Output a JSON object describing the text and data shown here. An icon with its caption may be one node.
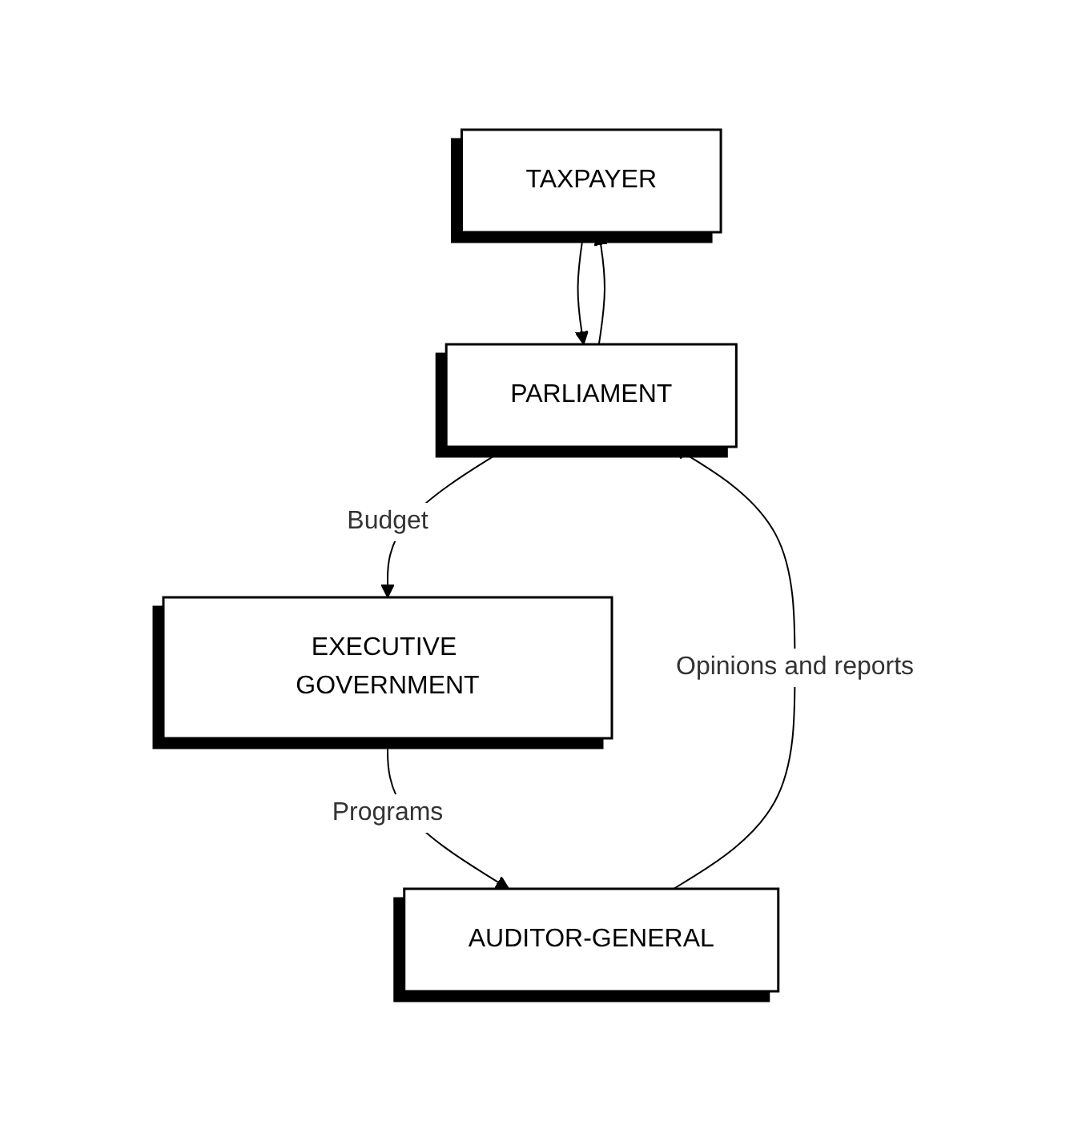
{
  "diagram": {
    "nodes": [
      {
        "text": [
          "TAXPAYER"
        ]
      },
      {
        "text": [
          "PARLIAMENT"
        ]
      },
      {
        "text": [
          "AUDITOR-GENERAL"
        ]
      },
      {
        "text": [
          "EXECUTIVE GOVERNMENT"
        ]
      }
    ],
    "edges": [
      {
        "from": 1,
        "to": 0,
        "arrow": "to"
      },
      {
        "from": 0,
        "to": 1,
        "arrow": "to"
      },
      {
        "from": 1,
        "to": 3,
        "arrow": "to",
        "label": "Budget"
      },
      {
        "from": 3,
        "to": 2,
        "arrow": "to",
        "label": "Programs"
      },
      {
        "from": 2,
        "to": 1,
        "arrow": "to",
        "label": "Opinions and reports"
      }
    ]
  }
}
